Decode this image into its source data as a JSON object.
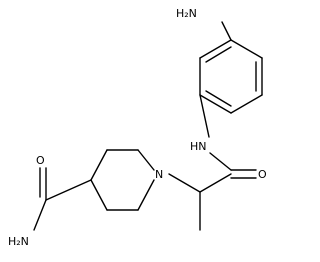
{
  "molecule": {
    "labels": {
      "amine_top": "H₂N",
      "amide_nh": "HN",
      "carbonyl_o_right": "O",
      "piperidine_n": "N",
      "carbonyl_o_left": "O",
      "amide_nh2": "H₂N"
    }
  }
}
